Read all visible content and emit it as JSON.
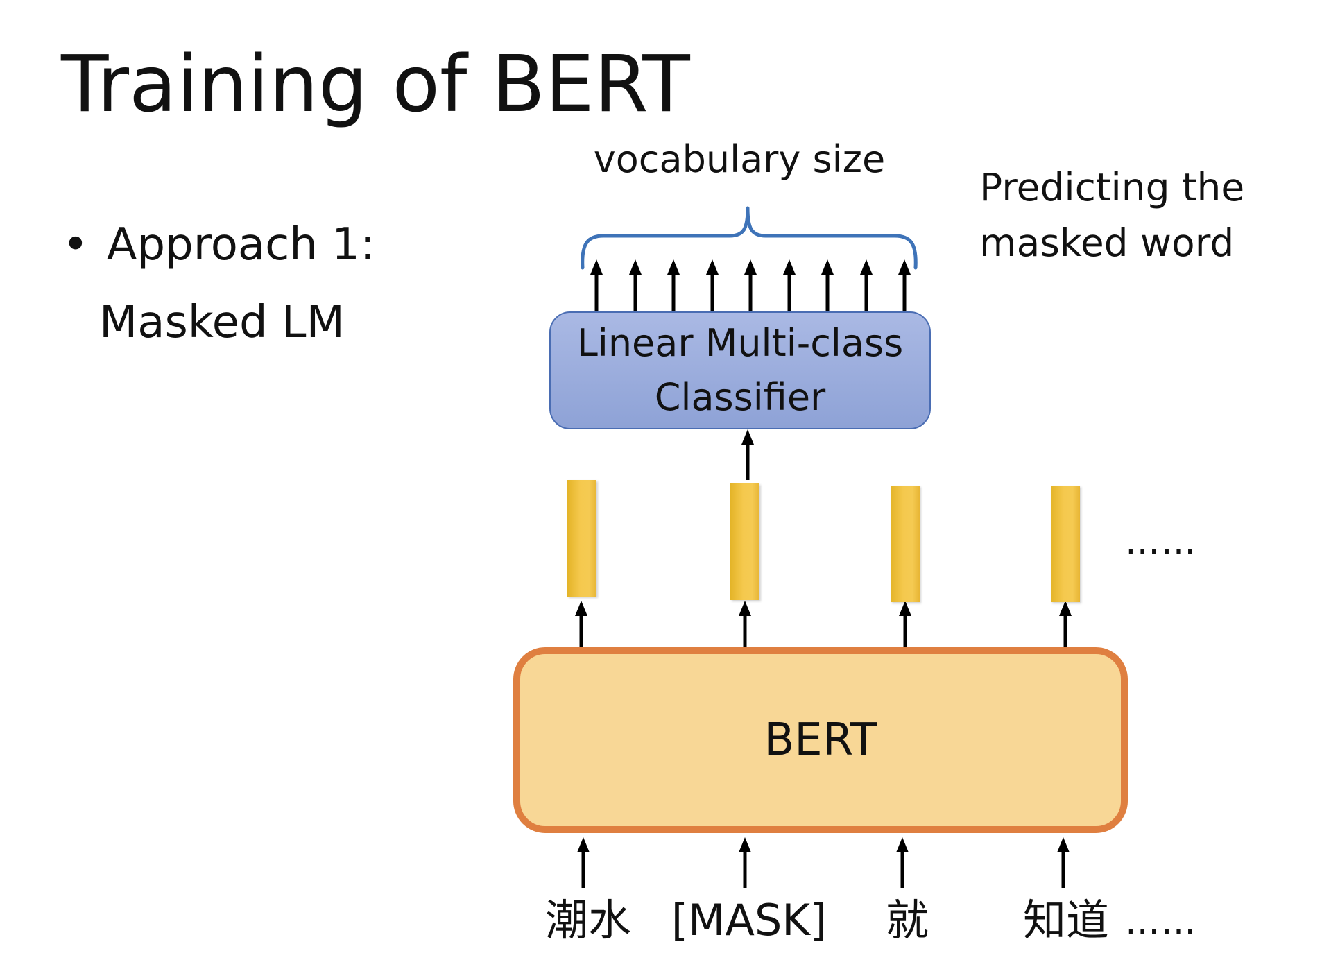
{
  "slide": {
    "title": "Training of BERT",
    "bullet_marker": "•",
    "bullet_heading": "Approach 1:",
    "bullet_sub": "Masked LM"
  },
  "diagram": {
    "vocab_label": "vocabulary size",
    "predict_label_line1": "Predicting the",
    "predict_label_line2": "masked word",
    "classifier_line1": "Linear Multi-class",
    "classifier_line2": "Classifier",
    "bert_label": "BERT",
    "vector_ellipsis": "……",
    "tokens": [
      "潮水",
      "[MASK]",
      "就",
      "知道"
    ],
    "token_ellipsis": "……",
    "output_arrow_count": 9,
    "colors": {
      "classifier_fill": "#8ea2d6",
      "classifier_border": "#4a6db3",
      "bert_fill": "#f8d796",
      "bert_border": "#df7f40",
      "vector_fill": "#f5c94e",
      "brace": "#3e73b8",
      "arrow": "#000000"
    }
  }
}
